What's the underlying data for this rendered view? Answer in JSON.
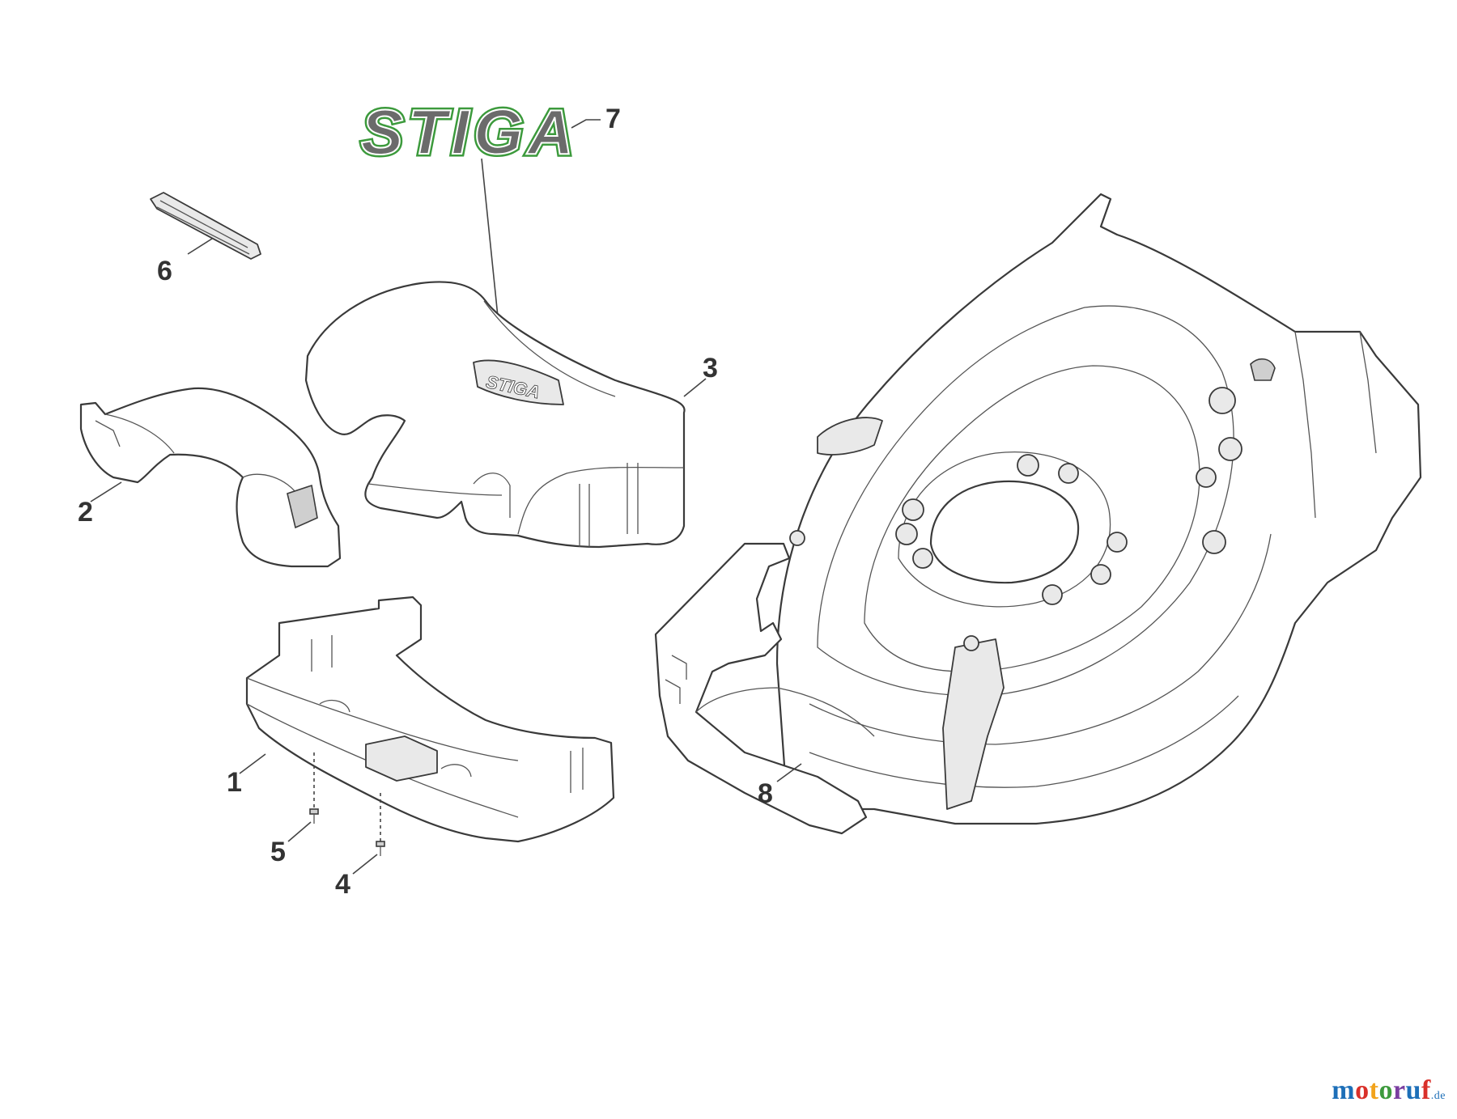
{
  "logo_text": "STIGA",
  "emblem_text": "STIGA",
  "callouts": [
    {
      "id": "1",
      "label": "1"
    },
    {
      "id": "2",
      "label": "2"
    },
    {
      "id": "3",
      "label": "3"
    },
    {
      "id": "4",
      "label": "4"
    },
    {
      "id": "5",
      "label": "5"
    },
    {
      "id": "6",
      "label": "6"
    },
    {
      "id": "7",
      "label": "7"
    },
    {
      "id": "8",
      "label": "8"
    }
  ],
  "watermark": {
    "main": "motoruf",
    "suffix": ".de",
    "colors": [
      "#1d6fb8",
      "#d9302a",
      "#f2a31c",
      "#3c9a3c",
      "#7a3ea0",
      "#1d6fb8",
      "#d9302a"
    ]
  },
  "colors": {
    "logo_fill": "#6b6b6b",
    "logo_outline": "#3c9a3c",
    "line": "#3a3a3a"
  }
}
